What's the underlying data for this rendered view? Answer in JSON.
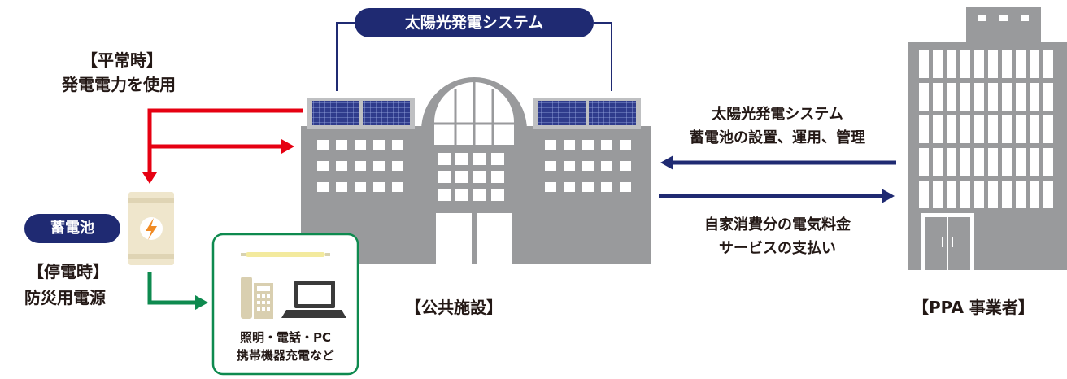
{
  "system_badge": "太陽光発電システム",
  "normal_time": {
    "title": "【平常時】",
    "desc": "発電電力を使用"
  },
  "battery": {
    "badge": "蓄電池",
    "title": "【停電時】",
    "desc": "防災用電源"
  },
  "devices": {
    "line1": "照明・電話・PC",
    "line2": "携帯機器充電など"
  },
  "facility_label": "【公共施設】",
  "ppa_to_facility": {
    "line1": "太陽光発電システム",
    "line2": "蓄電池の設置、運用、管理"
  },
  "facility_to_ppa": {
    "line1": "自家消費分の電気料金",
    "line2": "サービスの支払い"
  },
  "ppa_label": "【PPA 事業者】",
  "colors": {
    "navy": "#1f2a72",
    "red": "#e60012",
    "green": "#0e8a4f",
    "building_gray": "#999a9c",
    "panel_blue": "#3b4a9a",
    "battery_beige": "#efe6cc",
    "battery_icon_orange": "#f08a24"
  }
}
